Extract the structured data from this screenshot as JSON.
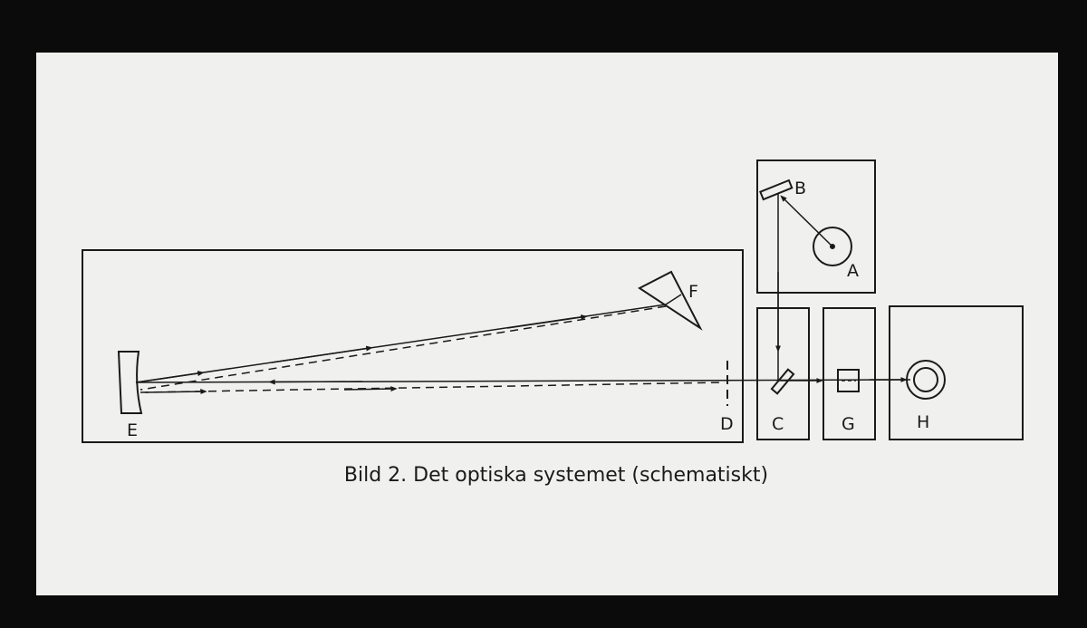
{
  "caption": "Bild 2. Det optiska systemet (schematiskt)",
  "labels": {
    "A": "A",
    "B": "B",
    "C": "C",
    "D": "D",
    "E": "E",
    "F": "F",
    "G": "G",
    "H": "H"
  },
  "colors": {
    "background": "#0b0b0b",
    "paper": "#f0f0ee",
    "ink": "#1a1a1a"
  }
}
